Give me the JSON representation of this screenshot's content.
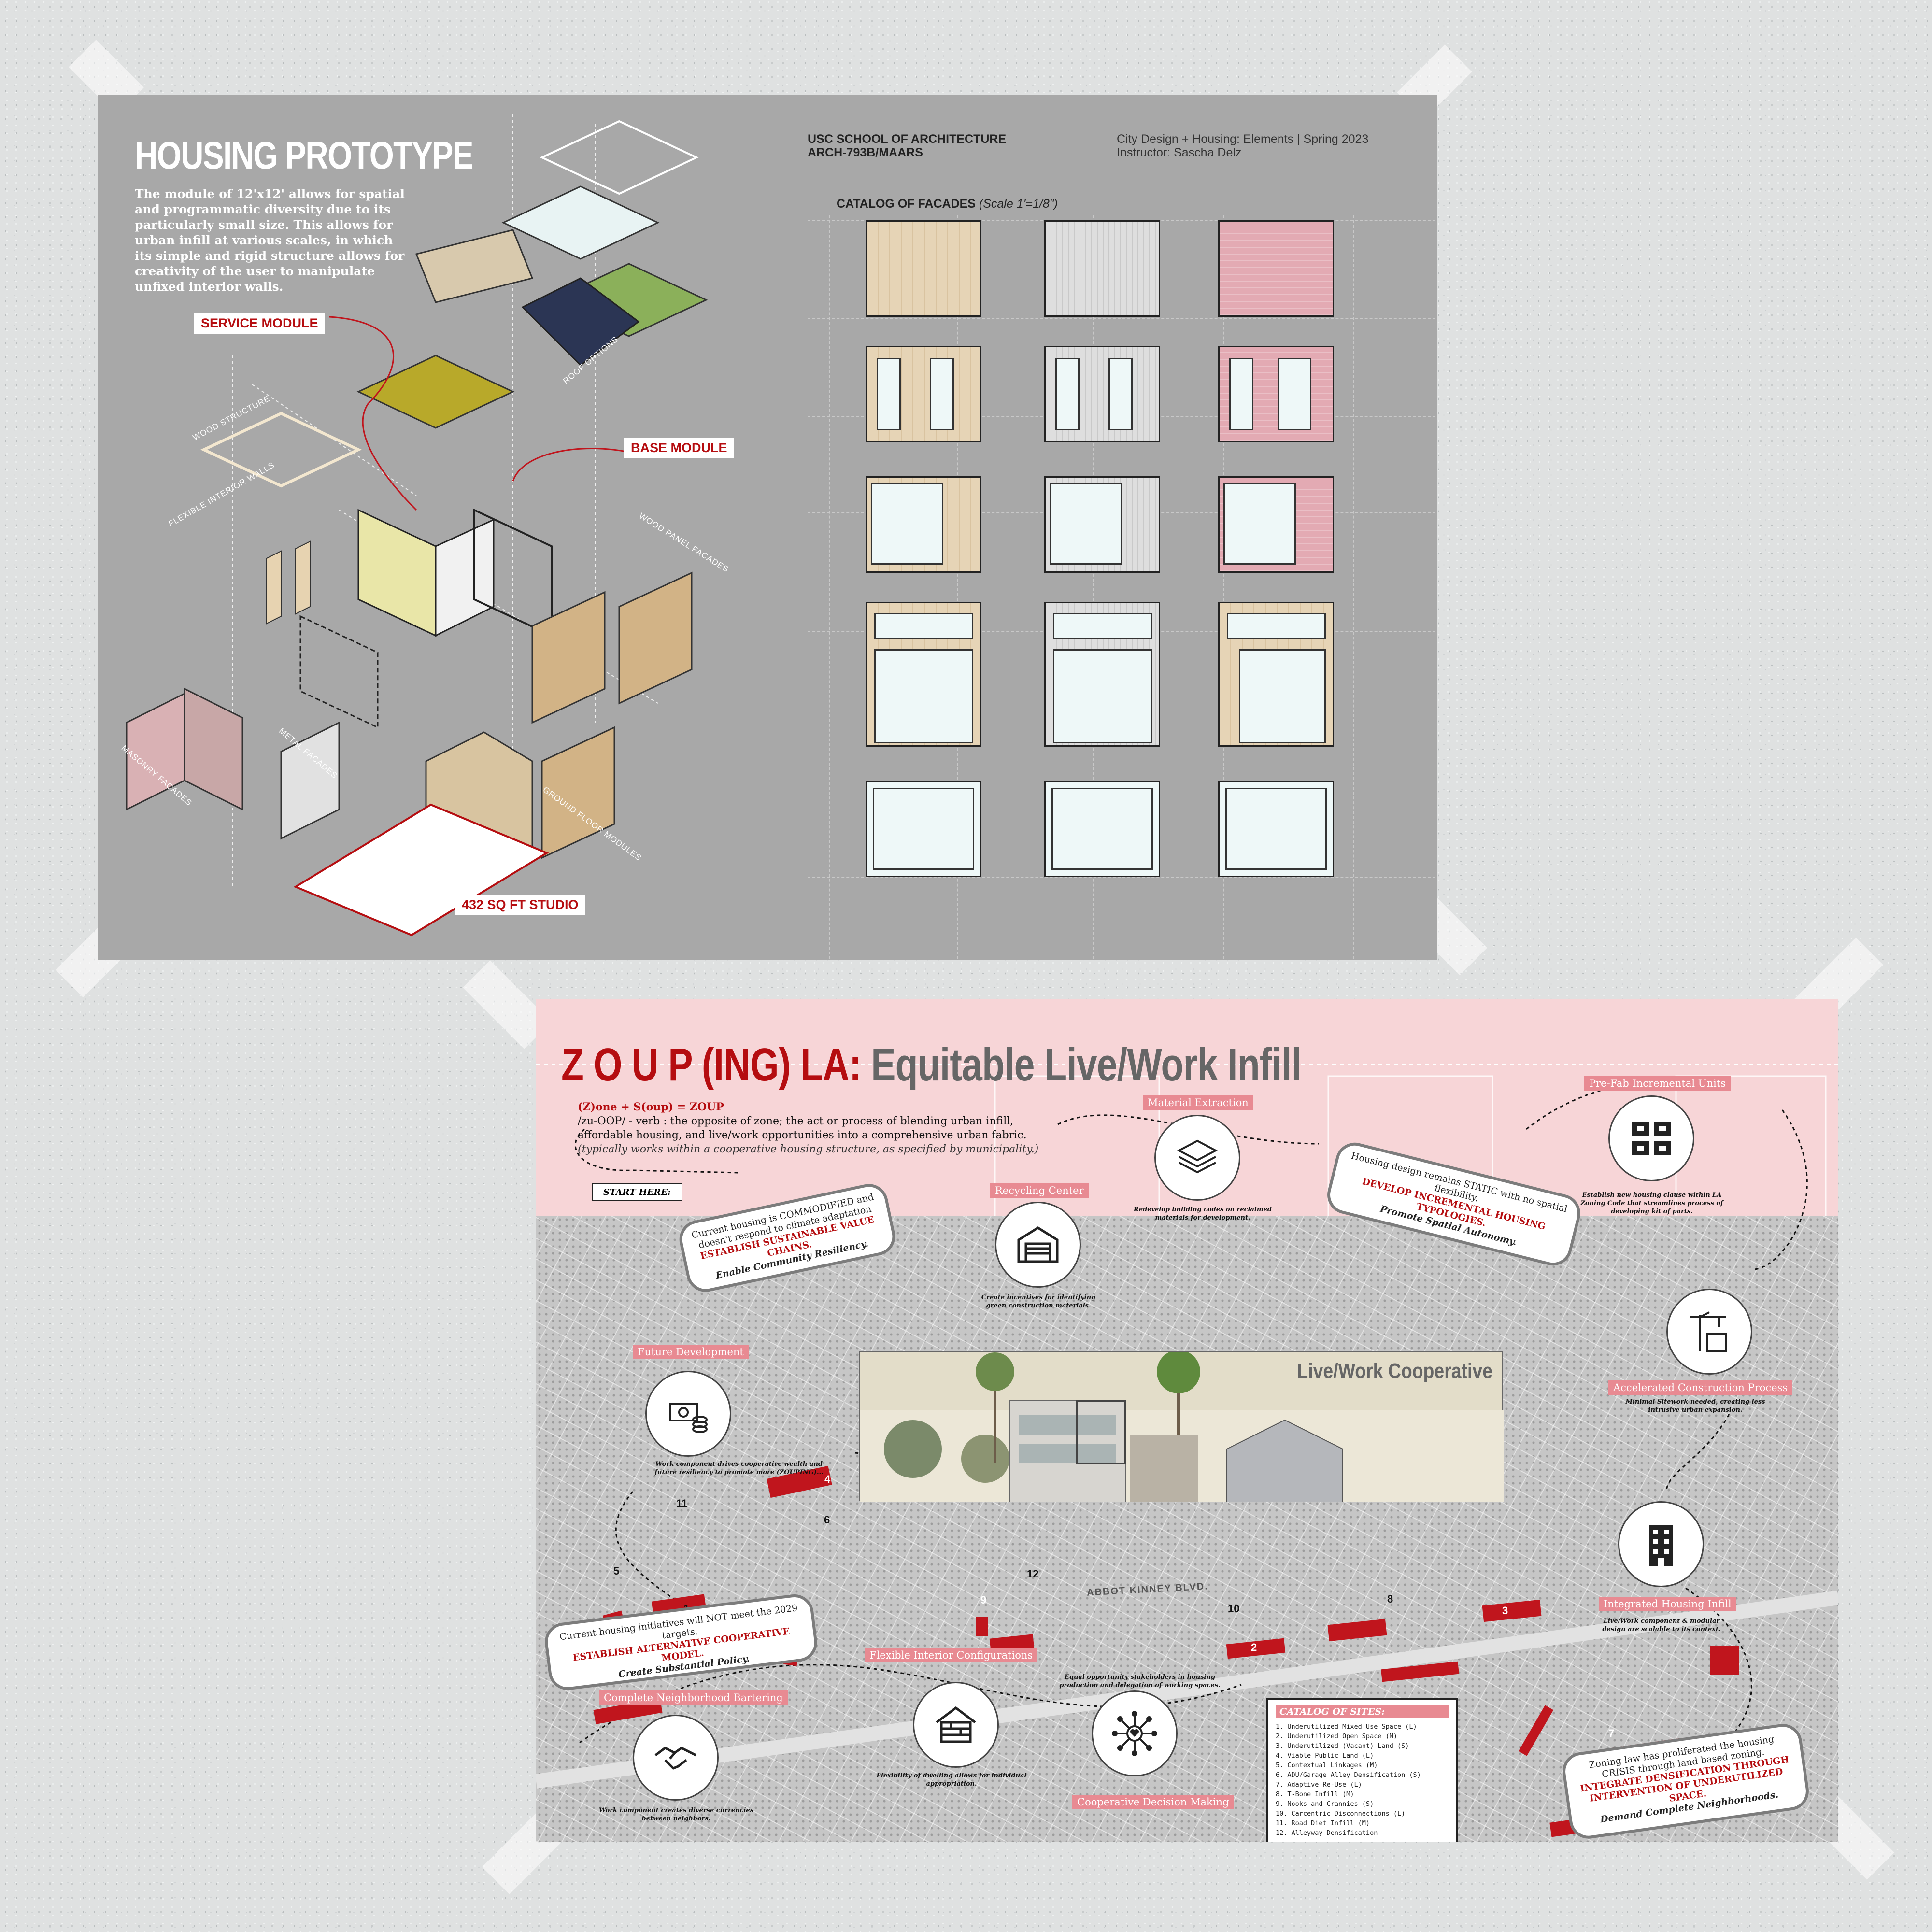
{
  "top_sheet": {
    "title": "HOUSING PROTOTYPE",
    "description": "The module of 12'x12' allows for spatial and programmatic diversity due to its particularly small size. This allows for urban infill at various scales, in which its simple and rigid structure allows for creativity of the user to manipulate unfixed interior walls.",
    "labels": {
      "service_module": "SERVICE MODULE",
      "base_module": "BASE MODULE",
      "studio": "432 SQ FT STUDIO",
      "wood_structure": "WOOD STRUCTURE",
      "roof_options": "ROOF OPTIONS",
      "flexible_walls": "FLEXIBLE INTERIOR WALLS",
      "wood_panel": "WOOD PANEL FACADES",
      "masonry": "MASONRY FACADES",
      "metal": "METAL FACADES",
      "ground_floor": "GROUND FLOOR MODULES"
    },
    "school_line1": "USC SCHOOL OF ARCHITECTURE",
    "school_line2": "ARCH-793B/MAARS",
    "course_line1": "City Design + Housing: Elements | Spring 2023",
    "course_line2": "Instructor: Sascha Delz",
    "catalog_title": "CATALOG OF FACADES",
    "catalog_scale": "(Scale 1'=1/8\")",
    "facade_materials": [
      "wood",
      "metal",
      "brick"
    ]
  },
  "bottom_sheet": {
    "title_red": "Z O U P (ING) LA:",
    "title_grey": "Equitable Live/Work Infill",
    "formula": "(Z)one + S(oup) = ZOUP",
    "definition": "/zu-OOP/ - verb : the opposite of zone; the act or process of blending urban infill, affordable housing, and live/work opportunities into a comprehensive urban fabric.",
    "definition_note": "(typically works within a cooperative housing structure, as specified by municipality.)",
    "start_here": "START HERE:",
    "panel_title": "Live/Work Cooperative",
    "street": "ABBOT KINNEY BLVD.",
    "nodes": {
      "material_extraction": "Material Extraction",
      "recycling_center": "Recycling Center",
      "prefab": "Pre-Fab Incremental Units",
      "future_development": "Future Development",
      "accelerated": "Accelerated Construction Process",
      "integrated": "Integrated Housing Infill",
      "flexible": "Flexible Interior Configurations",
      "bartering": "Complete Neighborhood Bartering",
      "decision": "Cooperative Decision Making"
    },
    "captions": {
      "material_extraction": "Redevelop building codes on reclaimed materials for development.",
      "recycling_center": "Create incentives for identifying green construction materials.",
      "prefab": "Establish new housing clause within LA Zoning Code that streamlines process of developing kit of parts.",
      "accelerated": "Minimal Sitework needed, creating less intrusive urban expansion.",
      "future_development": "Work component drives cooperative wealth and future resiliency to promote more (ZOUPING)...",
      "integrated": "Live/Work component & modular design are scalable to its context.",
      "flexible": "Flexibility of dwelling allows for individual appropriation.",
      "bartering": "Work component creates diverse currencies between neighbors.",
      "decision": "Equal opportunity stakeholders in housing production and delegation of working spaces."
    },
    "blobs": {
      "b1_text": "Current housing is COMMODIFIED and doesn't respond to climate adaptation",
      "b1_red": "ESTABLISH SUSTAINABLE VALUE CHAINS.",
      "b1_italic": "Enable Community Resiliency.",
      "b2_text": "Housing design remains STATIC with no spatial flexibility.",
      "b2_red": "DEVELOP INCREMENTAL HOUSING TYPOLOGIES.",
      "b2_italic": "Promote Spatial Autonomy.",
      "b3_text": "Current housing initiatives will NOT meet the 2029 targets.",
      "b3_red": "ESTABLISH ALTERNATIVE COOPERATIVE MODEL.",
      "b3_italic": "Create Substantial Policy.",
      "b4_text": "Zoning law has proliferated the housing CRISIS through land based zoning.",
      "b4_red": "INTEGRATE DENSIFICATION THROUGH INTERVENTION OF UNDERUTILIZED SPACE.",
      "b4_italic": "Demand Complete Neighborhoods."
    },
    "catalog_head": "CATALOG OF SITES:",
    "sites": [
      "1. Underutilized Mixed Use Space (L)",
      "2. Underutilized Open Space (M)",
      "3. Underutilized (Vacant) Land (S)",
      "4. Viable Public Land (L)",
      "5. Contextual Linkages (M)",
      "6. ADU/Garage Alley Densification (S)",
      "7. Adaptive Re-Use (L)",
      "8. T-Bone Infill (M)",
      "9. Nooks and Crannies (S)",
      "10. Carcentric Disconnections (L)",
      "11. Road Diet Infill (M)",
      "12. Alleyway Densification"
    ],
    "map_numbers": [
      "1",
      "2",
      "3",
      "4",
      "5",
      "6",
      "7",
      "8",
      "9",
      "10",
      "11",
      "12"
    ],
    "colors": {
      "accent_red": "#b50d10",
      "pink": "#e88a92",
      "sheet_pink": "#f7d5d7"
    }
  }
}
